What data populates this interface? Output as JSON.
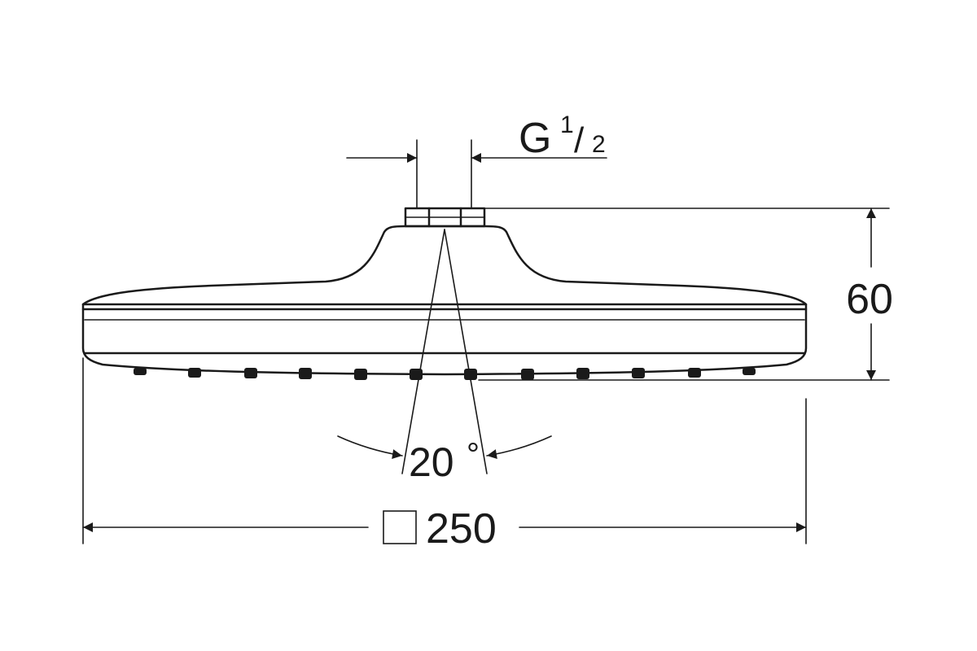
{
  "drawing": {
    "thread_label": "G",
    "thread_numerator": "1",
    "thread_slash": "/",
    "thread_denominator": "2",
    "height_label": "60",
    "angle_label": "20",
    "degree_symbol": "°",
    "width_symbol": "square-symbol",
    "width_label": "250"
  }
}
